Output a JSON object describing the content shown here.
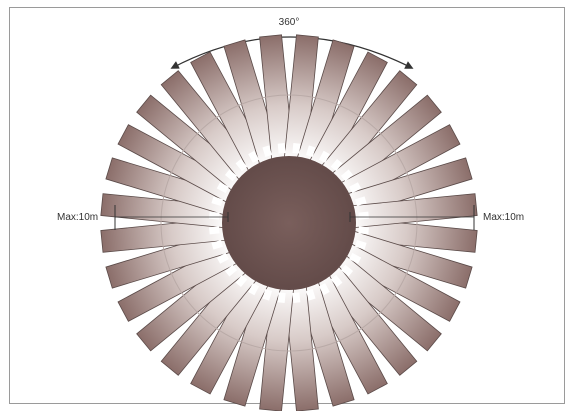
{
  "diagram": {
    "sweep_label": "360°",
    "range_left_label": "Max:10m",
    "range_right_label": "Max:10m",
    "beam_count": 32,
    "colors": {
      "frame": "#9a9a9a",
      "beam_dark": "#8b6e6a",
      "beam_light": "#ffffff",
      "beam_stroke": "#5a4a48",
      "core": "#6e5553",
      "line": "#333333"
    }
  }
}
